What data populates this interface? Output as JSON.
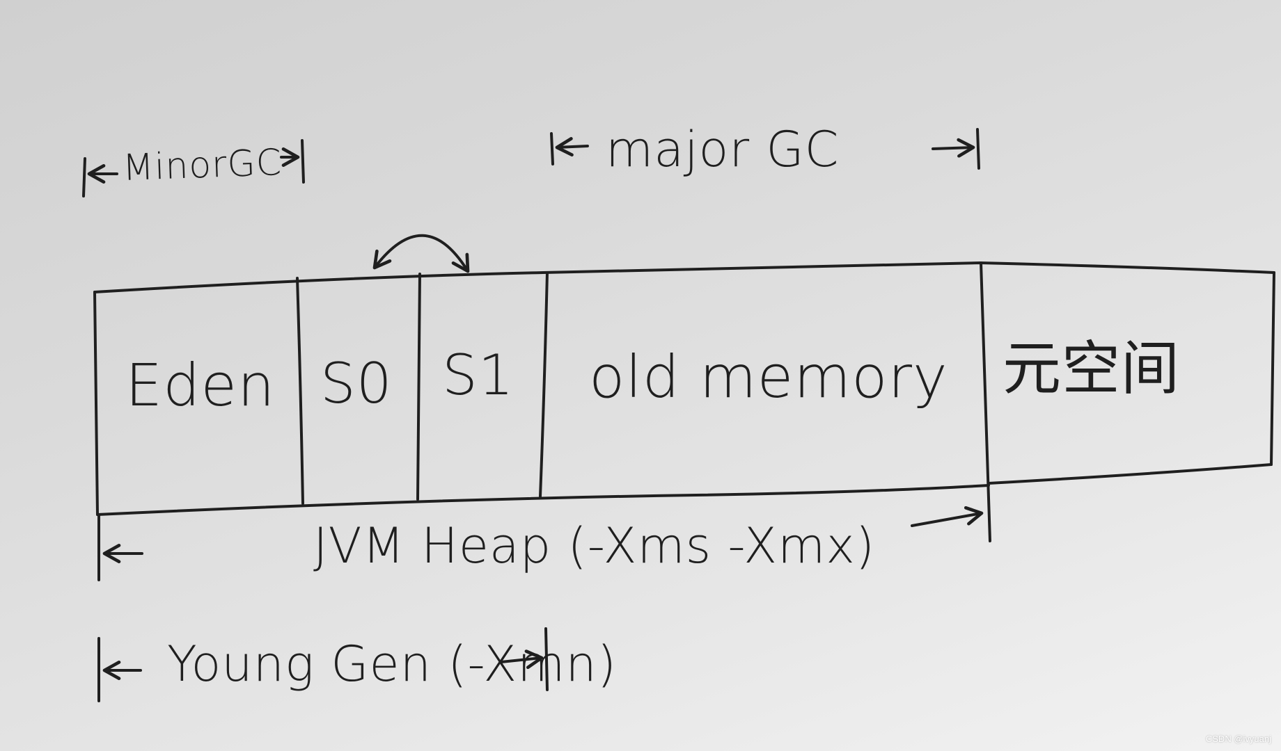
{
  "gc_labels": {
    "minor_gc": "MinorGC",
    "major_gc": "major GC"
  },
  "regions": {
    "eden": "Eden",
    "s0": "S0",
    "s1": "S1",
    "old": "old memory",
    "metaspace": "元空间"
  },
  "spans": {
    "jvm_heap": "JVM Heap (-Xms -Xmx)",
    "young_gen": "Young Gen (-Xmn)"
  },
  "watermark": "CSDN @ivyuanj",
  "colors": {
    "ink": "#1f1f1f",
    "paper": "#dcdcdc"
  }
}
